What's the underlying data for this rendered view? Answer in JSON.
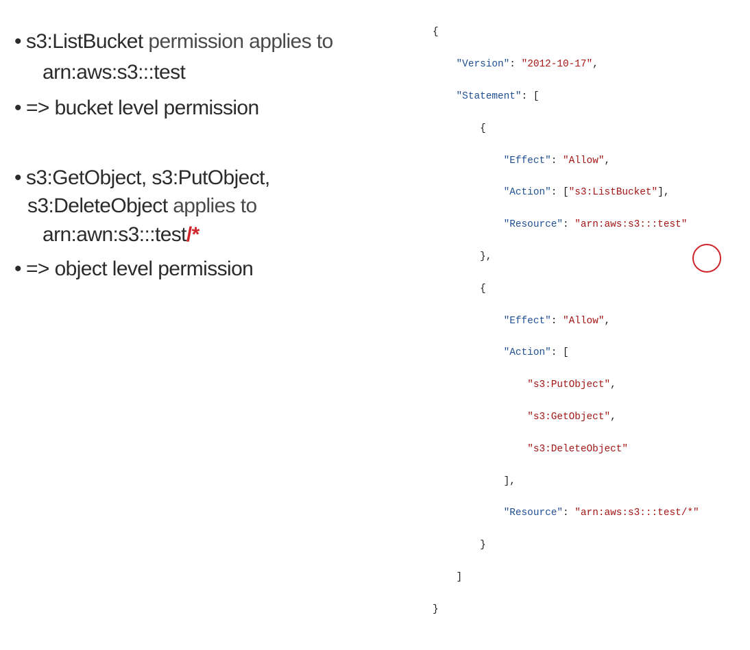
{
  "bullets": {
    "b1_part1": "s3:ListBucket",
    "b1_part2": " permission applies to",
    "b1_line2": "arn:aws:s3:::test",
    "b2": "=> bucket level permission",
    "b3_line1": "s3:GetObject, s3:PutObject,",
    "b3_line2_part1": "s3:DeleteObject",
    "b3_line2_part2": " applies to",
    "b3_line3_part1": "arn:awn:s3:::test",
    "b3_line3_part2": "/*",
    "b4": "=> object level permission",
    "bullet_glyph": "•"
  },
  "code": {
    "open_brace": "{",
    "version_key": "\"Version\"",
    "version_val": "\"2012-10-17\"",
    "statement_key": "\"Statement\"",
    "s1_effect_key": "\"Effect\"",
    "s1_effect_val": "\"Allow\"",
    "s1_action_key": "\"Action\"",
    "s1_action_val": "\"s3:ListBucket\"",
    "s1_resource_key": "\"Resource\"",
    "s1_resource_val": "\"arn:aws:s3:::test\"",
    "s2_effect_key": "\"Effect\"",
    "s2_effect_val": "\"Allow\"",
    "s2_action_key": "\"Action\"",
    "s2_action_1": "\"s3:PutObject\"",
    "s2_action_2": "\"s3:GetObject\"",
    "s2_action_3": "\"s3:DeleteObject\"",
    "s2_resource_key": "\"Resource\"",
    "s2_resource_val": "\"arn:aws:s3:::test/*\"",
    "close_brace": "}"
  },
  "colors": {
    "highlight_red": "#d0242b",
    "code_key": "#1f4e92",
    "code_string": "#a31515"
  }
}
